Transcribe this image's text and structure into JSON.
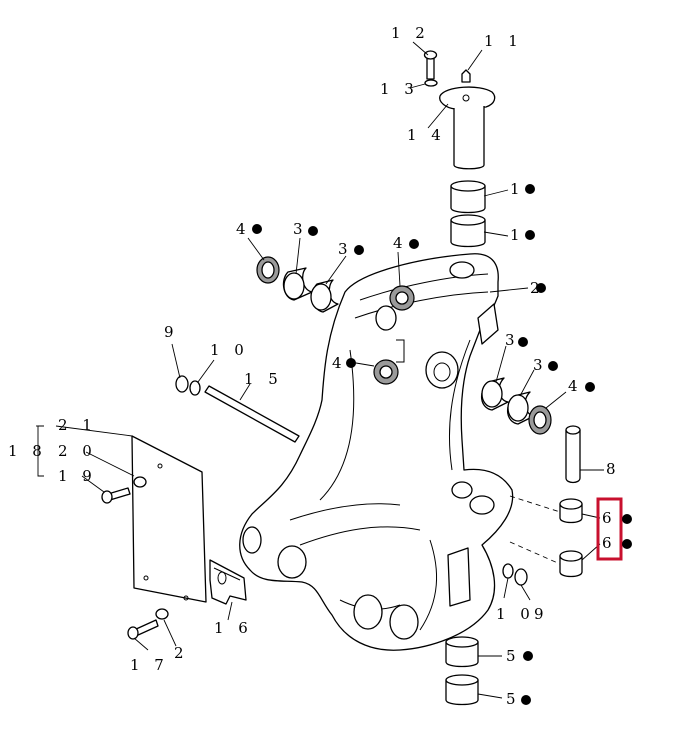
{
  "labels": {
    "p12": "1 2",
    "p11": "1 1",
    "p13": "1 3",
    "p14": "1 4",
    "p1a": "1",
    "p1b": "1",
    "p4a": "4",
    "p3a": "3",
    "p3b": "3",
    "p4b": "4",
    "p2": "2",
    "p3c": "3",
    "p4c": "4",
    "p3d": "3",
    "p4d": "4",
    "p9a": "9",
    "p10a": "1 0",
    "p15": "1 5",
    "p21": "2 1",
    "p18": "1 8",
    "p20": "2 0",
    "p19": "1 9",
    "p8": "8",
    "p6a": "6",
    "p6b": "6",
    "p16": "1 6",
    "p10b": "1 0",
    "p9b": "9",
    "p17": "1 7",
    "p2b": "2",
    "p5a": "5",
    "p5b": "5"
  },
  "colors": {
    "highlight": "#c8102e",
    "line": "#000000"
  }
}
